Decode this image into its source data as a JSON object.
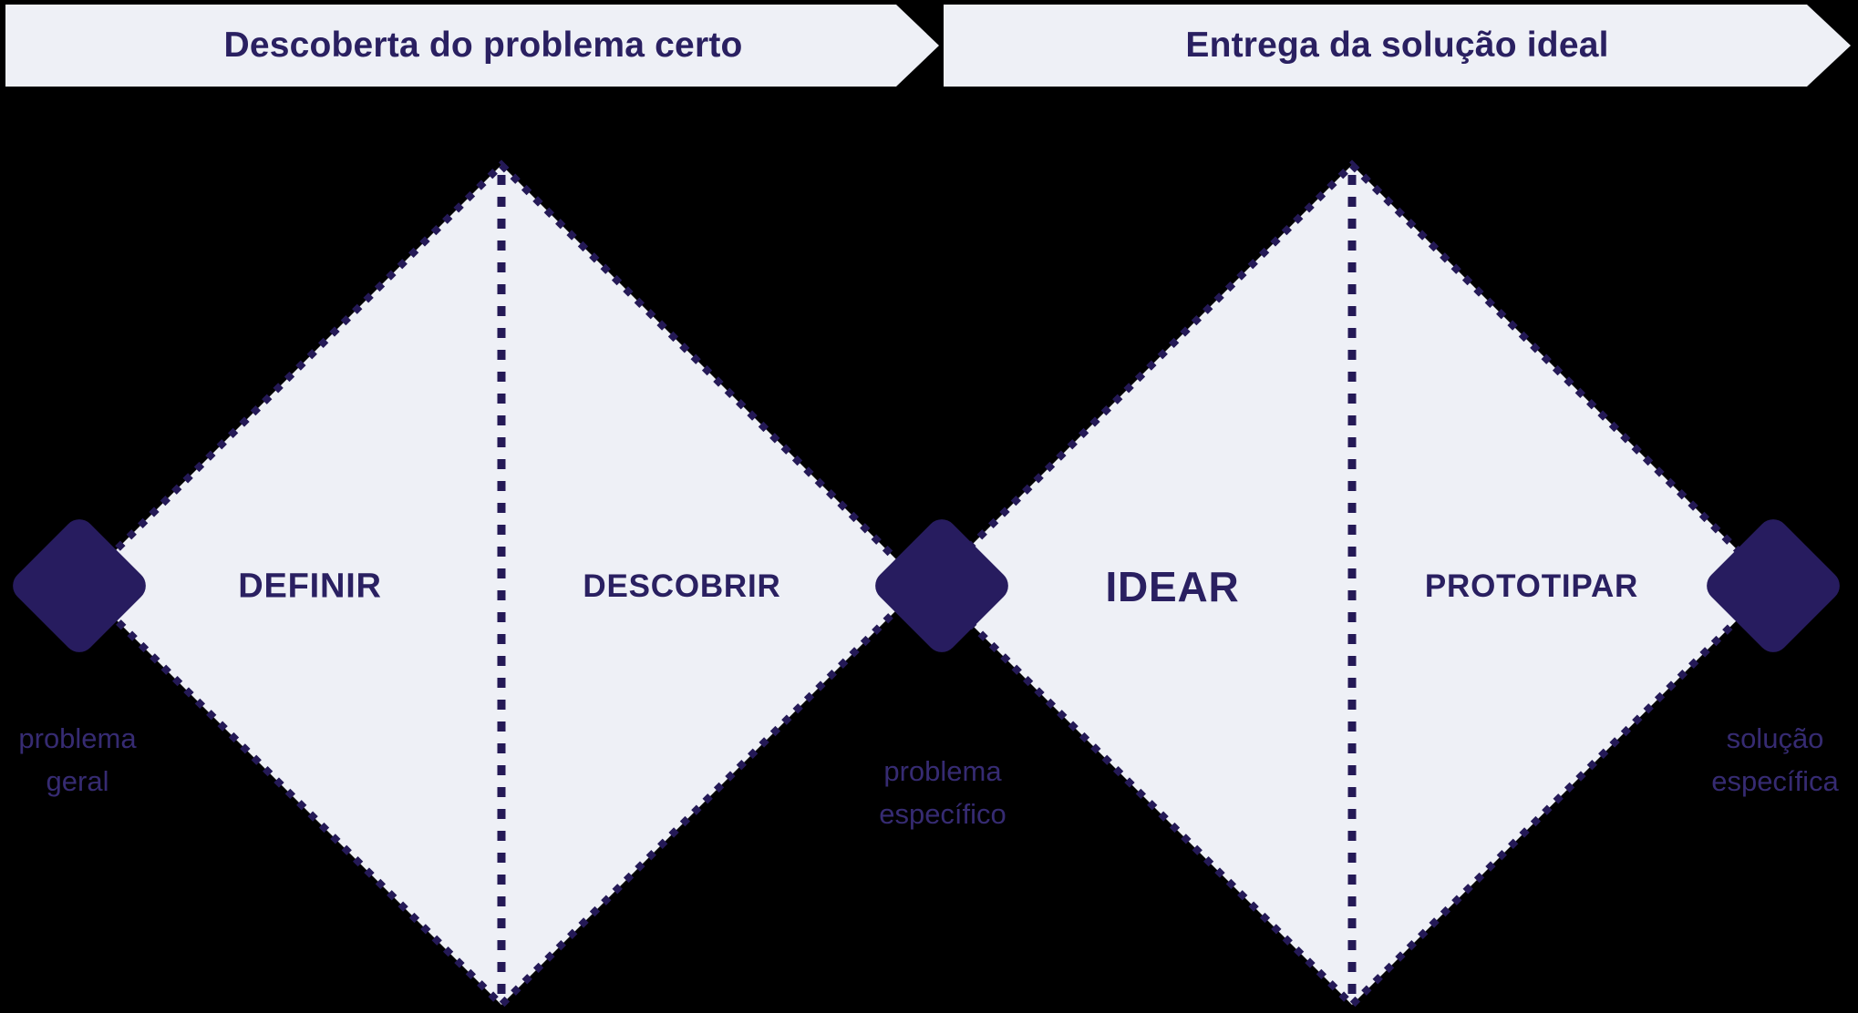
{
  "title": "Double Diamond process diagram",
  "colors": {
    "background": "#000000",
    "shape_fill": "#eef0f6",
    "accent_dark": "#271c5f",
    "dot_stroke": "#241956",
    "heading_text": "#2a2061",
    "label_text": "#362b72"
  },
  "banners": {
    "discovery": {
      "label": "Descoberta do problema certo"
    },
    "delivery": {
      "label": "Entrega da solução ideal"
    }
  },
  "phases": {
    "definir": "DEFINIR",
    "descobrir": "DESCOBRIR",
    "idear": "IDEAR",
    "prototipar": "PROTOTIPAR"
  },
  "milestones": {
    "start": {
      "line1": "problema",
      "line2": "geral"
    },
    "middle": {
      "line1": "problema",
      "line2": "específico"
    },
    "end": {
      "line1": "solução",
      "line2": "específica"
    }
  }
}
